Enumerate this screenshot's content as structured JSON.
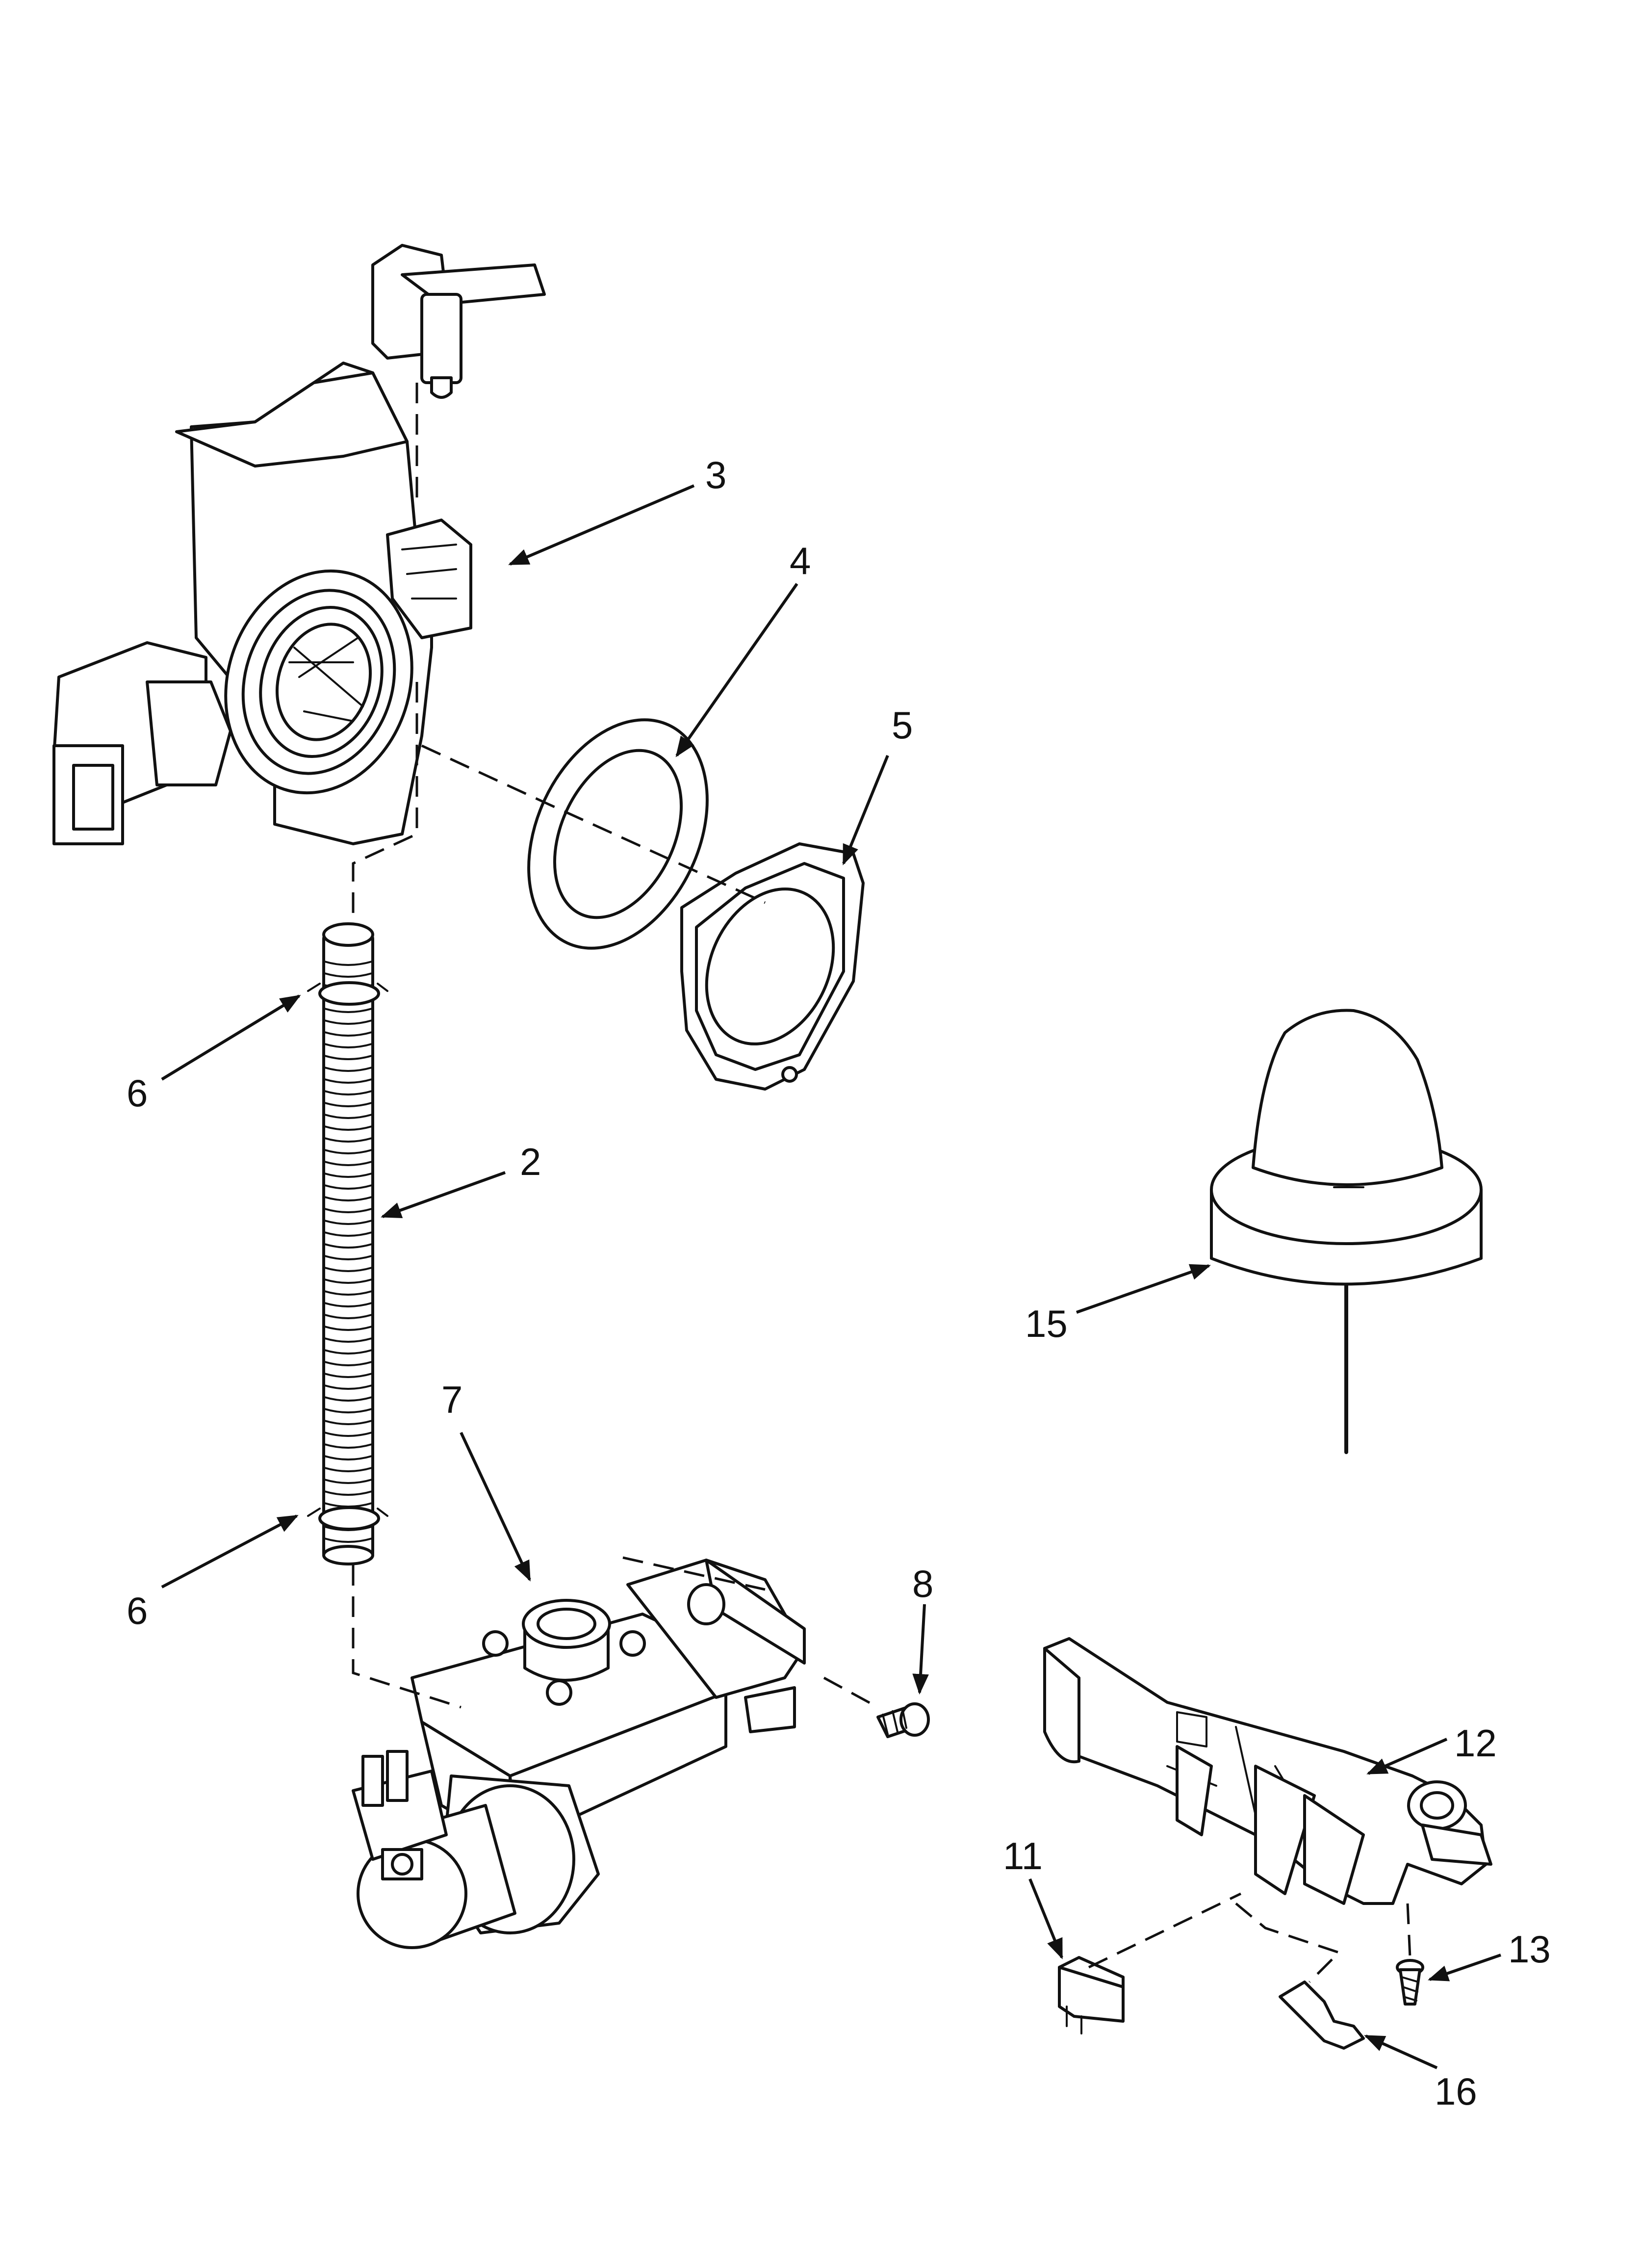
{
  "diagram": {
    "callouts": [
      {
        "id": "c3",
        "text": "3"
      },
      {
        "id": "c4",
        "text": "4"
      },
      {
        "id": "c5",
        "text": "5"
      },
      {
        "id": "c6a",
        "text": "6"
      },
      {
        "id": "c2",
        "text": "2"
      },
      {
        "id": "c15",
        "text": "15"
      },
      {
        "id": "c7",
        "text": "7"
      },
      {
        "id": "c6b",
        "text": "6"
      },
      {
        "id": "c8",
        "text": "8"
      },
      {
        "id": "c12",
        "text": "12"
      },
      {
        "id": "c11",
        "text": "11"
      },
      {
        "id": "c13",
        "text": "13"
      },
      {
        "id": "c16",
        "text": "16"
      }
    ]
  }
}
